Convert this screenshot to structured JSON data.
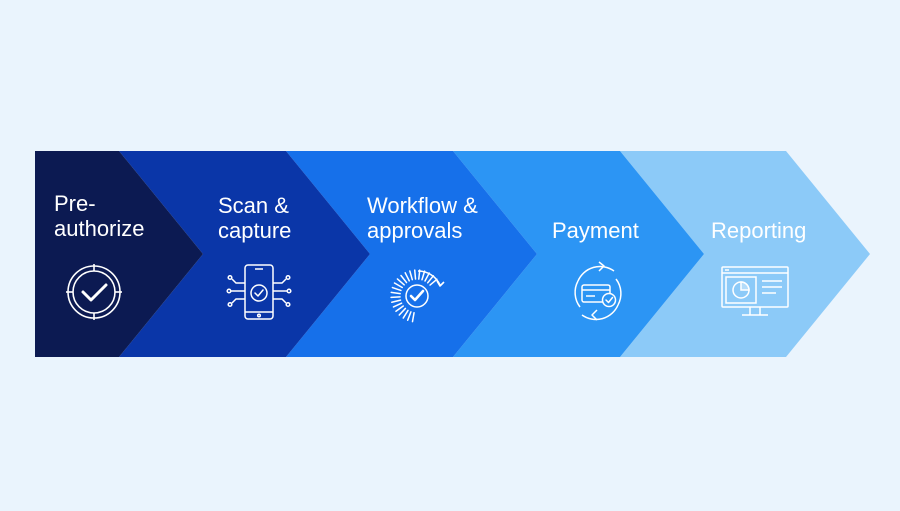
{
  "colors": {
    "background": "#eaf4fd",
    "step1": "#0c1a52",
    "step2": "#0a36a8",
    "step3": "#1670ea",
    "step4": "#2c95f4",
    "step5": "#8ccaf8"
  },
  "steps": [
    {
      "line1": "Pre-",
      "line2": "authorize",
      "icon": "check-circle-icon"
    },
    {
      "line1": "Scan &",
      "line2": "capture",
      "icon": "phone-scan-icon"
    },
    {
      "line1": "Workflow &",
      "line2": "approvals",
      "icon": "approval-dial-icon"
    },
    {
      "line1": "Payment",
      "line2": "",
      "icon": "payment-cycle-icon"
    },
    {
      "line1": "Reporting",
      "line2": "",
      "icon": "monitor-chart-icon"
    }
  ]
}
